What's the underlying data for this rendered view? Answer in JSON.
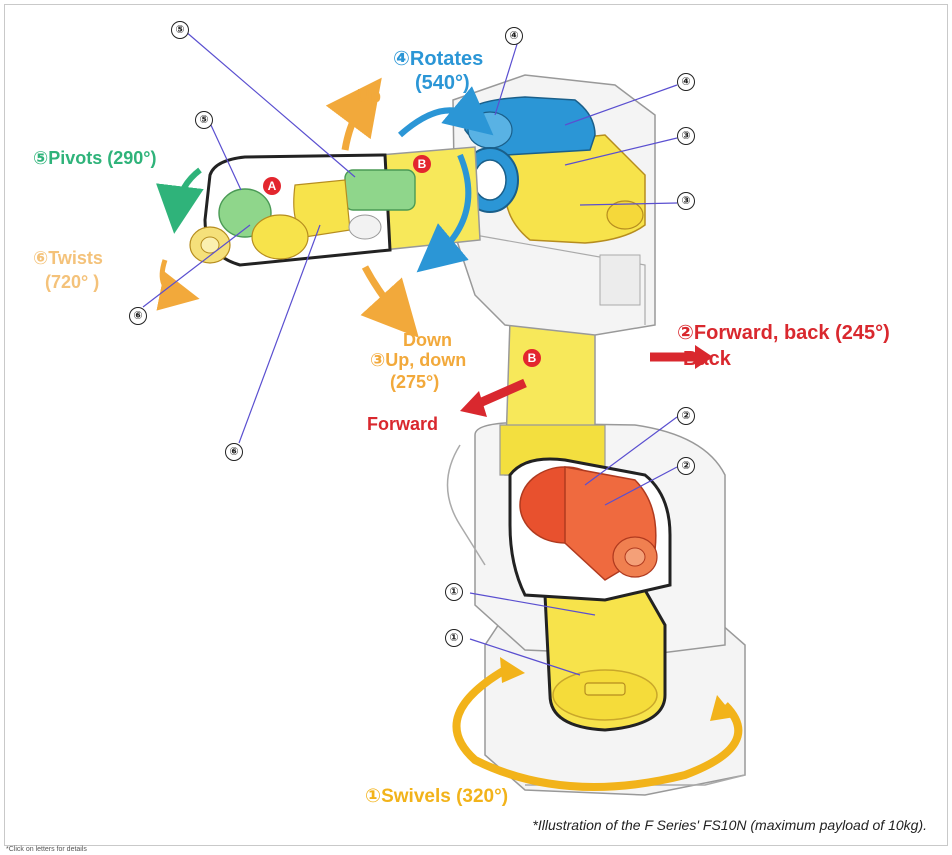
{
  "labels": {
    "rotates": "④Rotates",
    "rotates_deg": "(540°)",
    "pivots": "⑤Pivots (290°)",
    "twists": "⑥Twists",
    "twists_deg": "(720° )",
    "up": "Up",
    "down": "Down",
    "up_down": "③Up, down",
    "up_down_deg": "(275°)",
    "forward_back": "②Forward, back (245°)",
    "back": "Back",
    "forward": "Forward",
    "swivels": "①Swivels (320°)"
  },
  "markers": {
    "n1": "①",
    "n2": "②",
    "n3": "③",
    "n4": "④",
    "n5": "⑤",
    "n6": "⑥",
    "a": "A",
    "b": "B"
  },
  "caption": "*Illustration of the F Series' FS10N (maximum payload of 10kg).",
  "footnote": "*Click on letters for details",
  "colors": {
    "yellow": "#f7e34b",
    "red_motor": "#e8512e",
    "blue_motor": "#2b96d6",
    "green_motor": "#8fd68b",
    "orange_arrow": "#f2a93b",
    "red_arrow": "#d9282e"
  }
}
